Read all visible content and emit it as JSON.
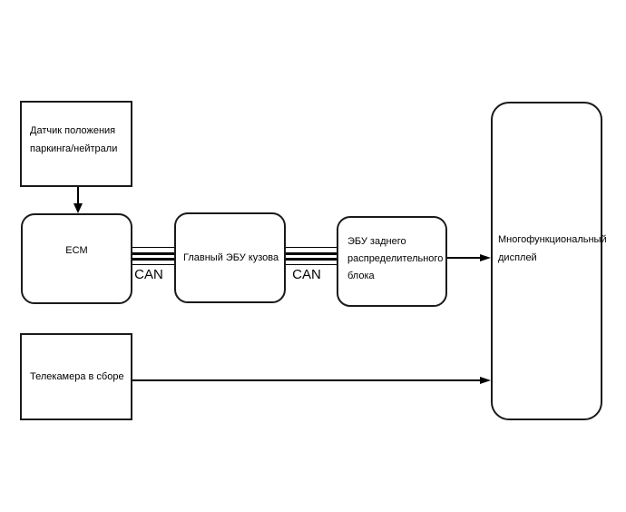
{
  "diagram": {
    "type": "automotive-system-block-diagram",
    "nodes": {
      "sensor": {
        "line1": "Датчик положения",
        "line2": "паркинга/нейтрали"
      },
      "ecm": {
        "label": "ECM"
      },
      "main_body_ecu": {
        "label": "Главный ЭБУ кузова"
      },
      "rear_junction_ecu": {
        "line1": "ЭБУ заднего",
        "line2": "распределительного",
        "line3": "блока"
      },
      "display": {
        "line1": "Многофункциональный",
        "line2": "дисплей"
      },
      "camera": {
        "label": "Телекамера в сборе"
      }
    },
    "bus_labels": {
      "can1": "CAN",
      "can2": "CAN"
    },
    "colors": {
      "line": "#000000",
      "text": "#000000",
      "background": "#ffffff"
    }
  }
}
